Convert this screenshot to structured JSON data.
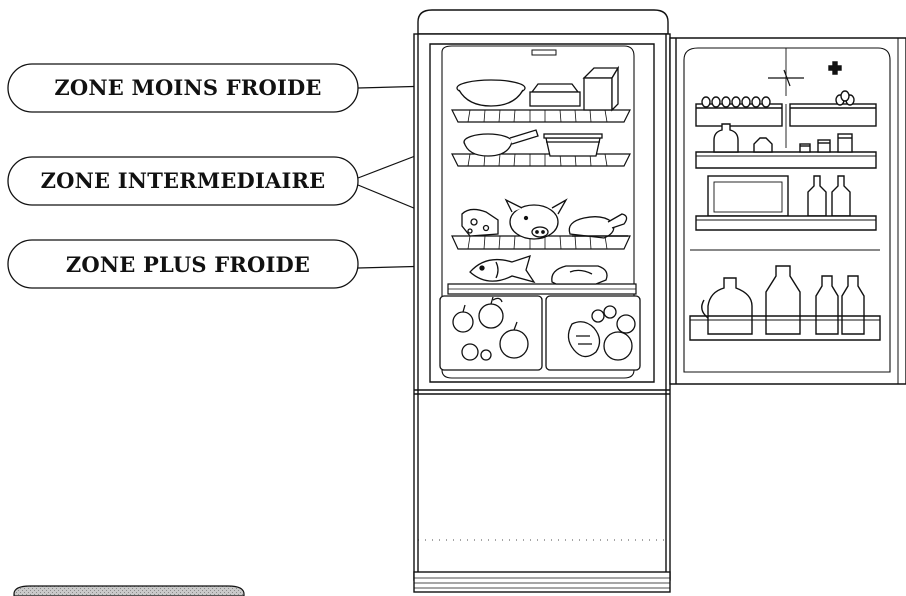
{
  "zones": [
    {
      "id": "moins-froide",
      "label": "ZONE MOINS FROIDE"
    },
    {
      "id": "intermediaire",
      "label": "ZONE INTERMEDIAIRE"
    },
    {
      "id": "plus-froide",
      "label": "ZONE PLUS FROIDE"
    }
  ],
  "colors": {
    "ink": "#111111",
    "paper": "#ffffff",
    "badge": "#b8b8b8"
  },
  "icons": [
    "bowl-icon",
    "butter-dish-icon",
    "milk-carton-icon",
    "frying-pan-icon",
    "baking-dish-icon",
    "cheese-icon",
    "pig-head-icon",
    "roast-chicken-icon",
    "fish-icon",
    "steak-icon",
    "apples-icon",
    "mixed-fruit-icon",
    "egg-tray-icon",
    "bottle-icon",
    "jug-icon",
    "jar-icon"
  ]
}
